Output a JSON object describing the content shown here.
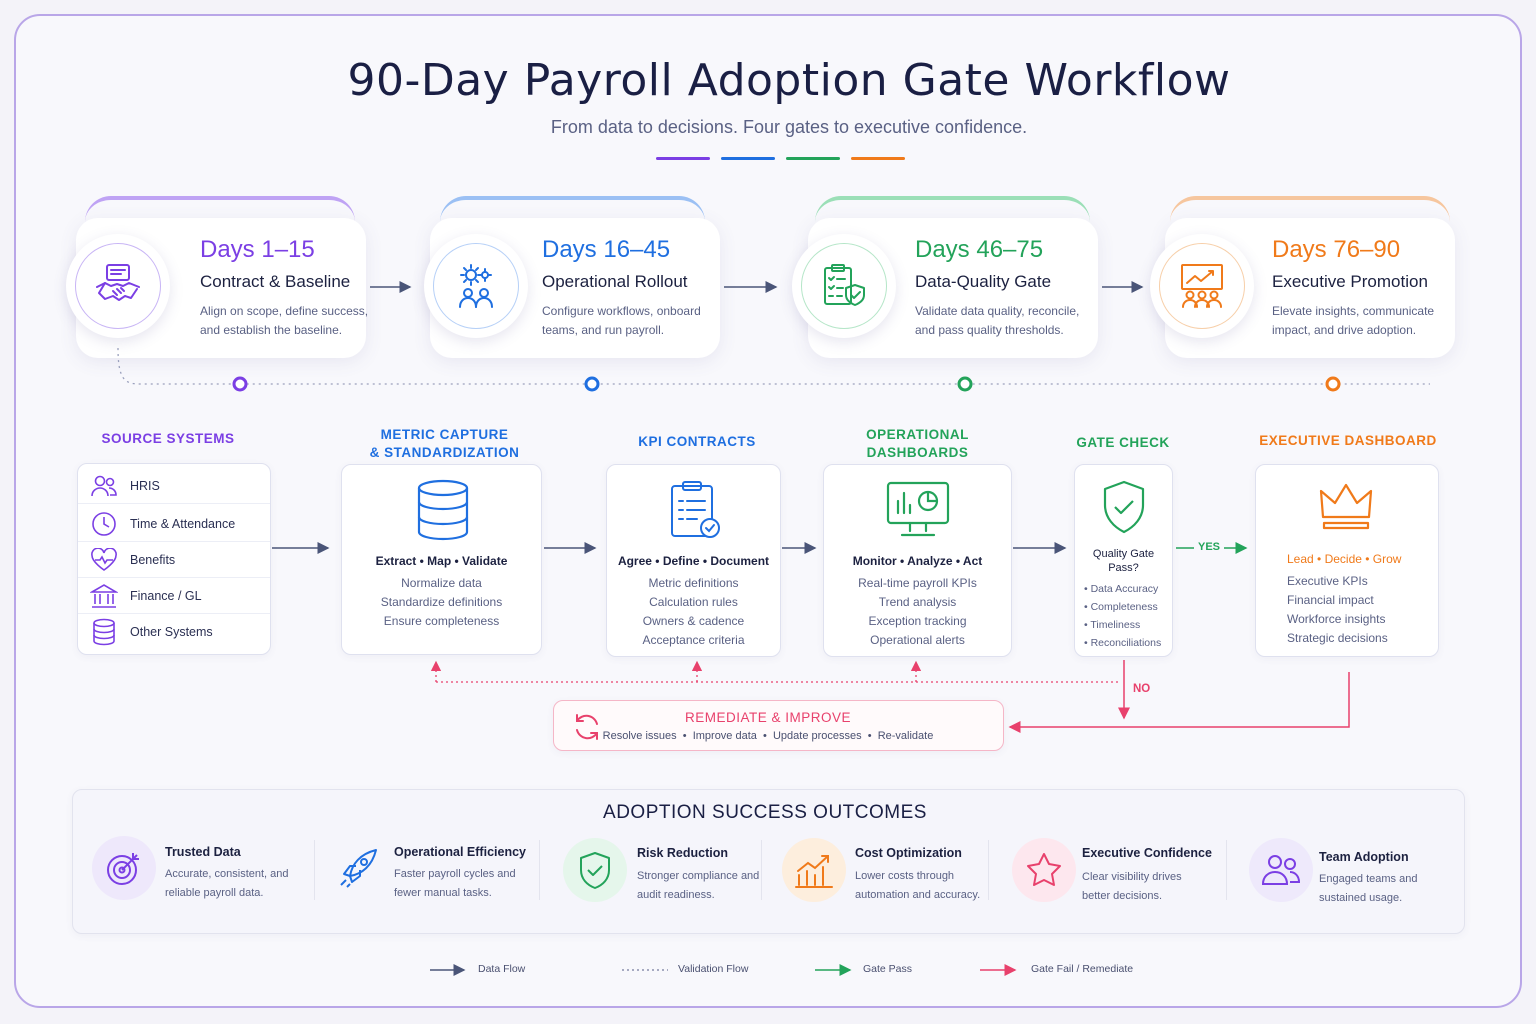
{
  "header": {
    "title": "90-Day Payroll Adoption Gate Workflow",
    "subtitle": "From data to decisions. Four gates to executive confidence."
  },
  "colors": {
    "purple": "#7b3fe4",
    "blue": "#1f6fe0",
    "green": "#23a35a",
    "orange": "#f07a1a",
    "red": "#e8416c"
  },
  "phases": [
    {
      "days": "Days 1–15",
      "name": "Contract & Baseline",
      "desc": "Align on scope, define success, and establish the baseline.",
      "icon": "handshake-icon"
    },
    {
      "days": "Days 16–45",
      "name": "Operational Rollout",
      "desc": "Configure workflows, onboard teams, and run payroll.",
      "icon": "team-gear-icon"
    },
    {
      "days": "Days 46–75",
      "name": "Data-Quality Gate",
      "desc": "Validate data quality, reconcile, and pass quality thresholds.",
      "icon": "checklist-shield-icon"
    },
    {
      "days": "Days 76–90",
      "name": "Executive Promotion",
      "desc": "Elevate insights, communicate impact, and drive adoption.",
      "icon": "presentation-icon"
    }
  ],
  "columns": {
    "source": {
      "title": "SOURCE SYSTEMS",
      "items": [
        {
          "label": "HRIS",
          "icon": "people-icon"
        },
        {
          "label": "Time & Attendance",
          "icon": "clock-icon"
        },
        {
          "label": "Benefits",
          "icon": "heart-icon"
        },
        {
          "label": "Finance / GL",
          "icon": "bank-icon"
        },
        {
          "label": "Other Systems",
          "icon": "database-icon"
        }
      ]
    },
    "metric": {
      "title_1": "METRIC CAPTURE",
      "title_2": "& STANDARDIZATION",
      "head": "Extract • Map • Validate",
      "lines": [
        "Normalize data",
        "Standardize definitions",
        "Ensure completeness"
      ]
    },
    "kpi": {
      "title": "KPI CONTRACTS",
      "head": "Agree • Define • Document",
      "lines": [
        "Metric definitions",
        "Calculation rules",
        "Owners & cadence",
        "Acceptance criteria"
      ]
    },
    "ops": {
      "title_1": "OPERATIONAL",
      "title_2": "DASHBOARDS",
      "head": "Monitor • Analyze • Act",
      "lines": [
        "Real-time payroll KPIs",
        "Trend analysis",
        "Exception tracking",
        "Operational alerts"
      ]
    },
    "gate": {
      "title": "GATE CHECK",
      "question_1": "Quality Gate",
      "question_2": "Pass?",
      "items": [
        "Data Accuracy",
        "Completeness",
        "Timeliness",
        "Reconciliations"
      ],
      "yes": "YES",
      "no": "NO"
    },
    "exec": {
      "title": "EXECUTIVE DASHBOARD",
      "head": "Lead • Decide • Grow",
      "lines": [
        "Executive KPIs",
        "Financial impact",
        "Workforce insights",
        "Strategic decisions"
      ]
    }
  },
  "remediate": {
    "title": "REMEDIATE & IMPROVE",
    "desc": "Resolve issues  •  Improve data  •  Update processes  •  Re-validate"
  },
  "outcomes": {
    "title": "ADOPTION SUCCESS OUTCOMES",
    "items": [
      {
        "title": "Trusted Data",
        "desc": "Accurate, consistent, and reliable payroll data.",
        "icon": "target-icon"
      },
      {
        "title": "Operational Efficiency",
        "desc": "Faster payroll cycles and fewer manual tasks.",
        "icon": "rocket-icon"
      },
      {
        "title": "Risk Reduction",
        "desc": "Stronger compliance and audit readiness.",
        "icon": "shield-check-icon"
      },
      {
        "title": "Cost Optimization",
        "desc": "Lower costs through automation and accuracy.",
        "icon": "bar-growth-icon"
      },
      {
        "title": "Executive Confidence",
        "desc": "Clear visibility drives better decisions.",
        "icon": "star-icon"
      },
      {
        "title": "Team Adoption",
        "desc": "Engaged teams and sustained usage.",
        "icon": "team-icon"
      }
    ]
  },
  "legend": [
    {
      "label": "Data Flow"
    },
    {
      "label": "Validation Flow"
    },
    {
      "label": "Gate Pass"
    },
    {
      "label": "Gate Fail / Remediate"
    }
  ]
}
